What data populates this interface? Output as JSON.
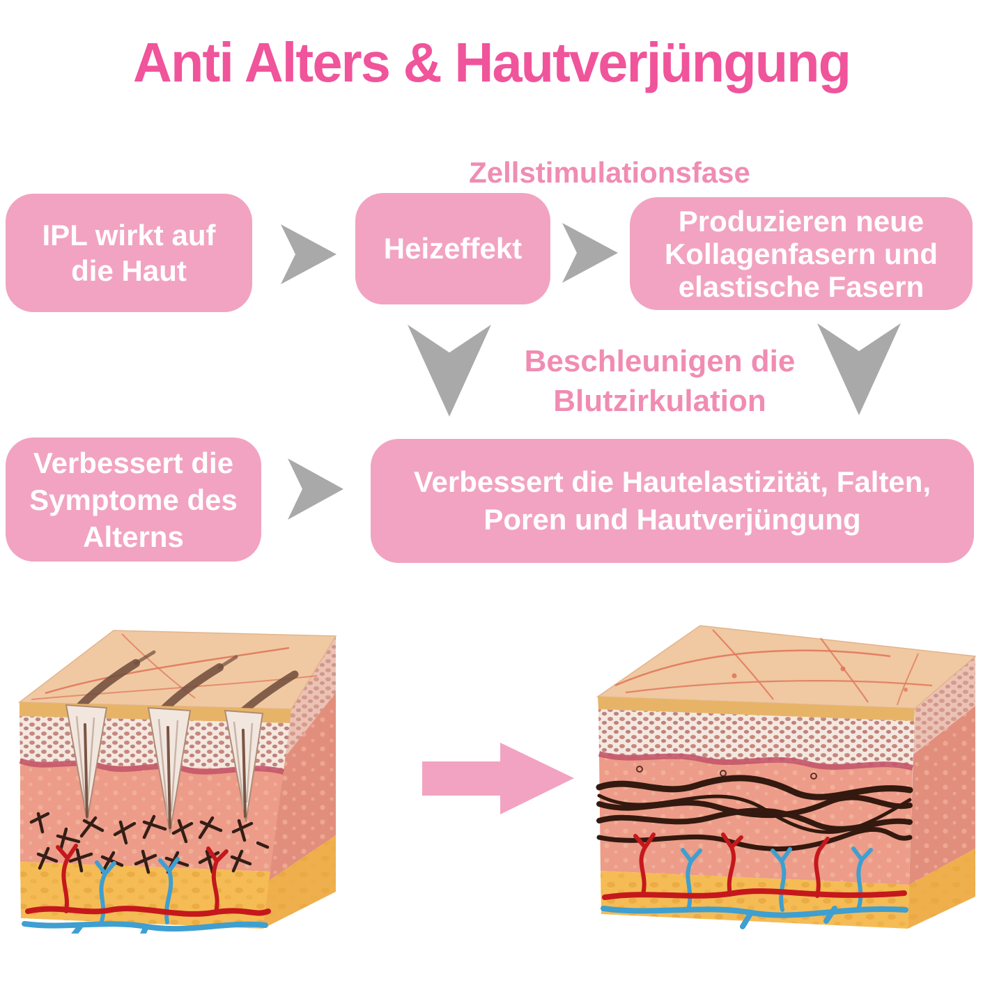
{
  "title": "Anti Alters & Hautverjüngung",
  "flowchart": {
    "phase_label": "Zellstimulationsfase",
    "box_ipl": {
      "line1": "IPL wirkt auf",
      "line2": "die Haut"
    },
    "box_heat": {
      "line1": "Heizeffekt"
    },
    "box_collagen": {
      "line1": "Produzieren neue",
      "line2": "Kollagenfasern und",
      "line3": "elastische Fasern"
    },
    "accelerate_label": {
      "line1": "Beschleunigen die",
      "line2": "Blutzirkulation"
    },
    "box_aging": {
      "line1": "Verbessert die",
      "line2": "Symptome des",
      "line3": "Alterns"
    },
    "box_result": {
      "line1": "Verbessert die Hautelastizität, Falten,",
      "line2": "Poren und Hautverjüngung"
    }
  },
  "icons": {
    "flow_arrow": "right-chevron-arrow",
    "down_arrow": "down-chevron-arrow",
    "transform_arrow": "pink-right-block-arrow"
  },
  "colors": {
    "title_pink": "#F0549B",
    "label_pink": "#F08CB2",
    "box_pink": "#F2A3C1",
    "box_text": "#FFFFFF",
    "arrow_gray": "#A9A9A9",
    "skin_top": "#F0C9A3",
    "epidermis": "#F4E8E0",
    "epidermis_cell": "#B05A50",
    "dermis": "#EC9C88",
    "fat_layer": "#F5BC55",
    "collagen_fiber": "#33190F",
    "vessel_red": "#C5181C",
    "vessel_blue": "#3F9FD0"
  }
}
